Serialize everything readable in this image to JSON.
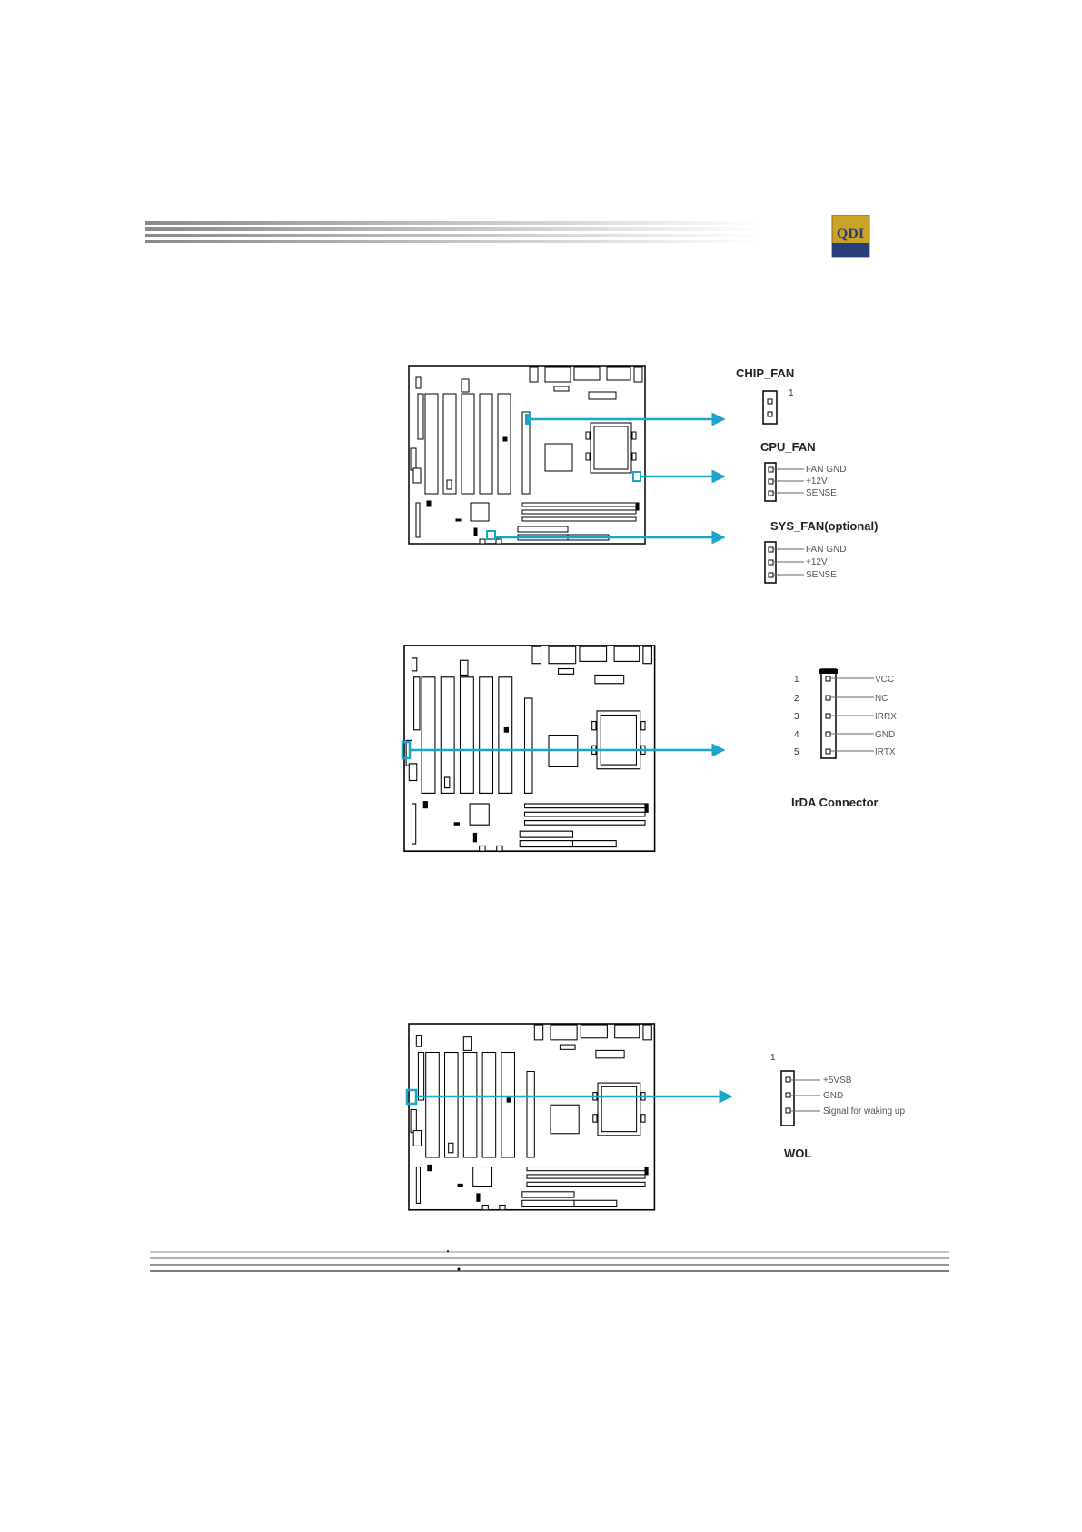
{
  "header": {
    "logo_text": "QDI",
    "logo_colors": {
      "top": "#c9a227",
      "bottom": "#2a3f7a"
    }
  },
  "colors": {
    "callout": "#1aa6c8",
    "ink": "#000000"
  },
  "fan_section": {
    "chip_fan": {
      "title": "CHIP_FAN",
      "pin1_label": "1"
    },
    "cpu_fan": {
      "title": "CPU_FAN",
      "pins": [
        "FAN GND",
        "+12V",
        "SENSE"
      ]
    },
    "sys_fan": {
      "title": "SYS_FAN(optional)",
      "pins": [
        "FAN GND",
        "+12V",
        "SENSE"
      ]
    }
  },
  "irda_section": {
    "title": "IrDA Connector",
    "pin_numbers": [
      "1",
      "2",
      "3",
      "4",
      "5"
    ],
    "pins": [
      "VCC",
      "NC",
      "IRRX",
      "GND",
      "IRTX"
    ]
  },
  "wol_section": {
    "title": "WOL",
    "pin1_label": "1",
    "pins": [
      "+5VSB",
      "GND",
      "Signal for waking up"
    ]
  }
}
